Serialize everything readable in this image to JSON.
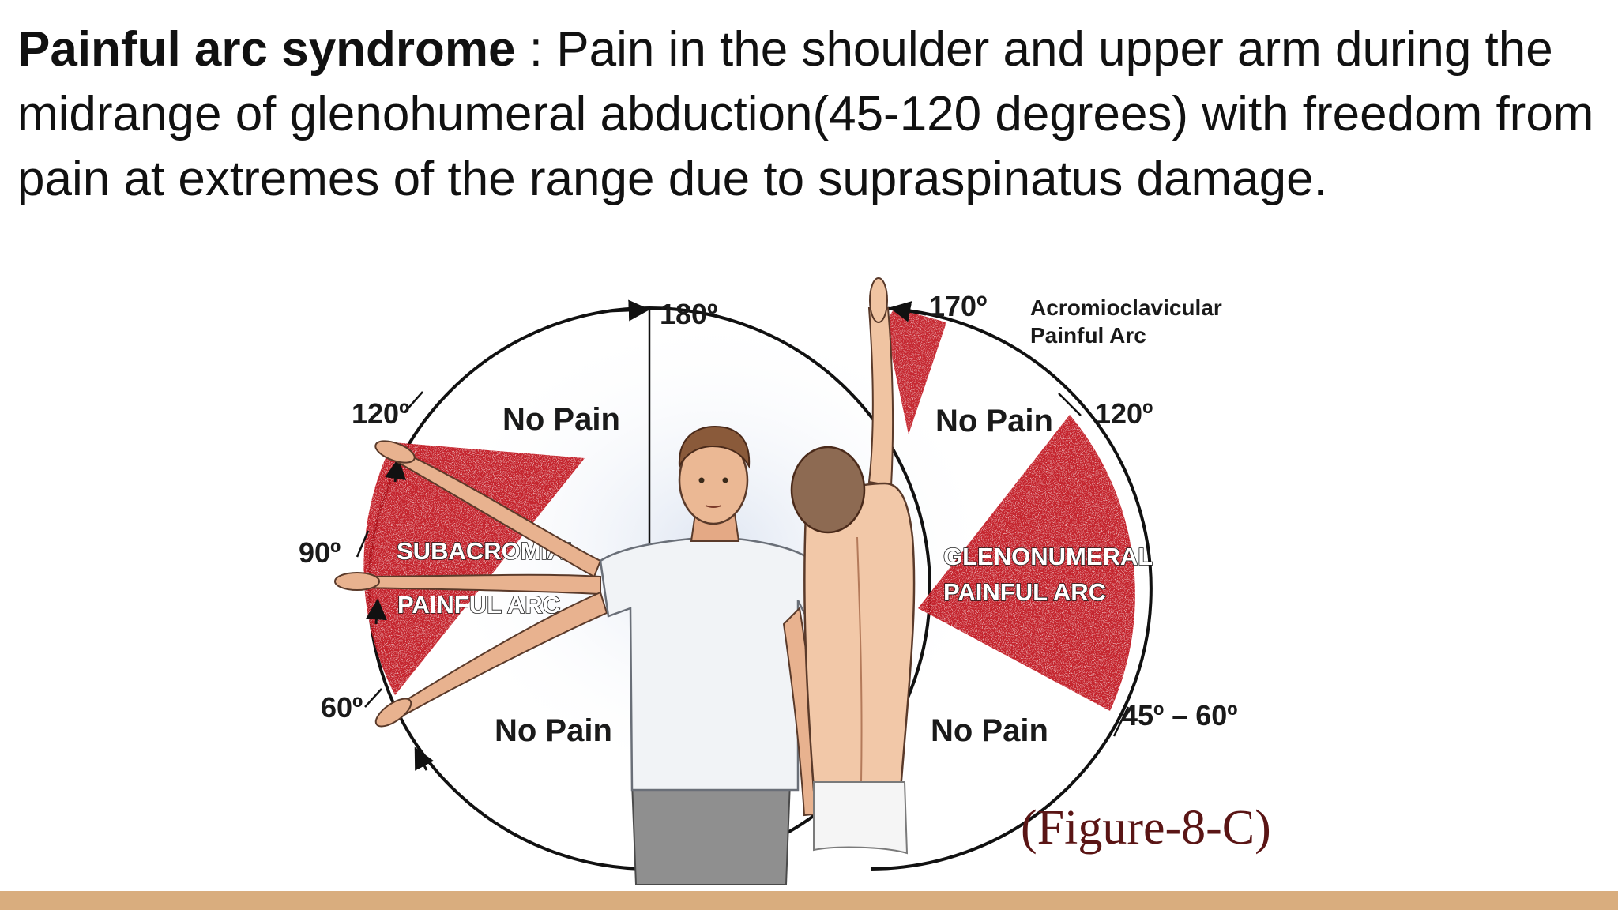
{
  "slide": {
    "heading": "Painful arc syndrome",
    "separator": " : ",
    "body": "Pain in the shoulder and upper arm during the midrange of glenohumeral abduction(45-120 degrees) with freedom from pain at extremes of the range due to supraspinatus damage."
  },
  "figure": {
    "left_diagram": {
      "angle_180": "180º",
      "angle_120": "120º",
      "angle_90": "90º",
      "angle_60": "60º",
      "no_pain_upper": "No Pain",
      "no_pain_lower": "No Pain",
      "arc_label_line1": "SUBACROMIAL",
      "arc_label_line2": "PAINFUL ARC"
    },
    "right_diagram": {
      "angle_170": "170º",
      "acromio_line1": "Acromioclavicular",
      "acromio_line2": "Painful Arc",
      "angle_120": "120º",
      "angle_45_60": "45º – 60º",
      "no_pain_upper": "No Pain",
      "no_pain_lower": "No Pain",
      "arc_label_line1": "GLENONUMERAL",
      "arc_label_line2": "PAINFUL ARC"
    },
    "caption": "(Figure-8-C)"
  },
  "colors": {
    "painful_arc": "#c0131d",
    "bottom_bar": "#d9ad7e",
    "text": "#111111"
  }
}
